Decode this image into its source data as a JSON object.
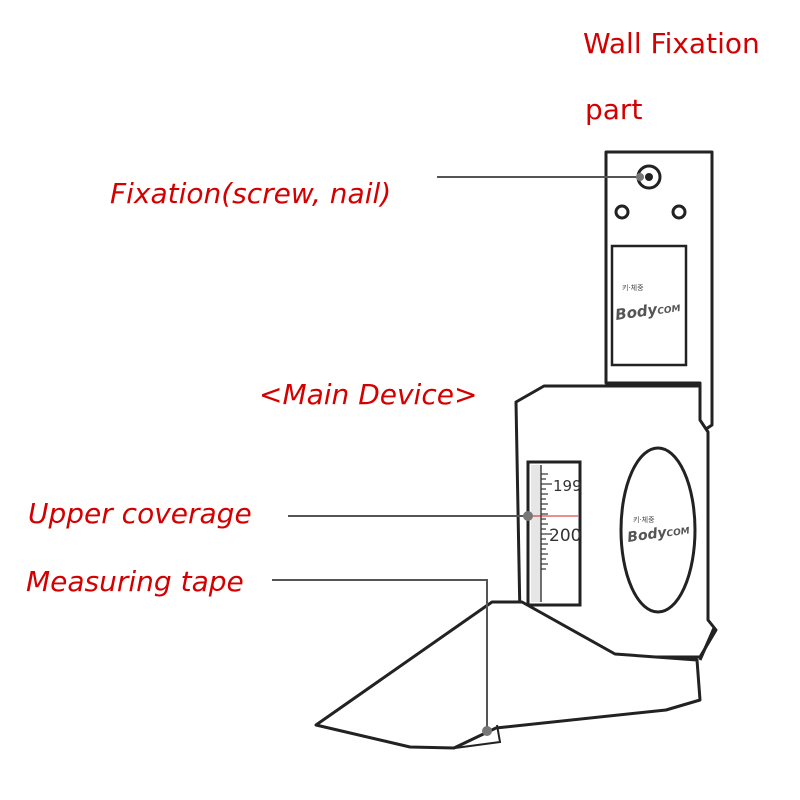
{
  "colors": {
    "label": "#d40000",
    "outline": "#222222",
    "leader": "#555555",
    "fill": "#ffffff",
    "window_shade": "#e6e6e6"
  },
  "labels": {
    "wall_fixation_line1": "Wall Fixation",
    "wall_fixation_line2": "part",
    "fixation": "Fixation(screw, nail)",
    "main_device": "<Main Device>",
    "upper_coverage": "Upper coverage",
    "measuring_tape": "Measuring tape"
  },
  "device": {
    "brand_small": "키·체중",
    "brand_name": "Body",
    "brand_suffix": "COM",
    "tape_tick_upper": "199",
    "tape_tick_lower": "200"
  }
}
